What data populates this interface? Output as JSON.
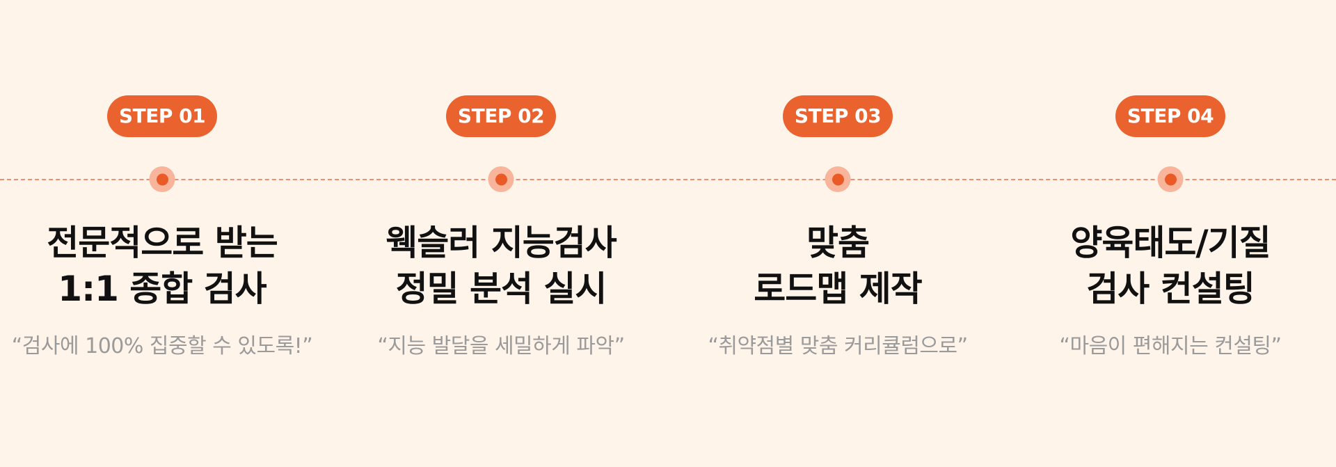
{
  "steps": [
    {
      "badge": "STEP 01",
      "title_line1": "전문적으로 받는",
      "title_line2": "1:1 종합 검사",
      "quote": "“검사에 100% 집중할 수 있도록!”"
    },
    {
      "badge": "STEP 02",
      "title_line1": "웩슬러 지능검사",
      "title_line2": "정밀 분석 실시",
      "quote": "“지능 발달을 세밀하게 파악”"
    },
    {
      "badge": "STEP 03",
      "title_line1": "맞춤",
      "title_line2": "로드맵 제작",
      "quote": "“취약점별 맞춤 커리큘럼으로”"
    },
    {
      "badge": "STEP 04",
      "title_line1": "양육태도/기질",
      "title_line2": "검사 컨설팅",
      "quote": "“마음이 편해지는 컨설팅”"
    }
  ],
  "colors": {
    "background": "#FFF4EA",
    "accent": "#EA622E",
    "dot_halo": "#F8B59B",
    "title_text": "#111111",
    "quote_text": "#9A9A9A"
  }
}
